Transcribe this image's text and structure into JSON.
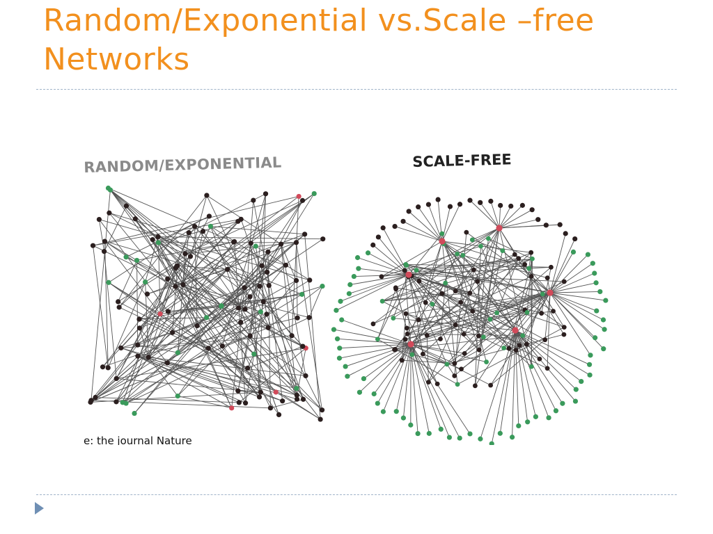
{
  "slide": {
    "title": "Random/Exponential vs.Scale –free Networks",
    "title_color": "#f2901e",
    "rule_color": "#9fb3c8",
    "bullet_color": "#6f8fb4"
  },
  "figure": {
    "random_label": "RANDOM/EXPONENTIAL",
    "scalefree_label": "SCALE-FREE",
    "source_note": "e: the journal Nature",
    "node_colors": {
      "ordinary": "#2b1f1f",
      "hub": "#d24a5a",
      "hub_neighbor": "#3a9a5b",
      "edge": "#555555"
    }
  }
}
